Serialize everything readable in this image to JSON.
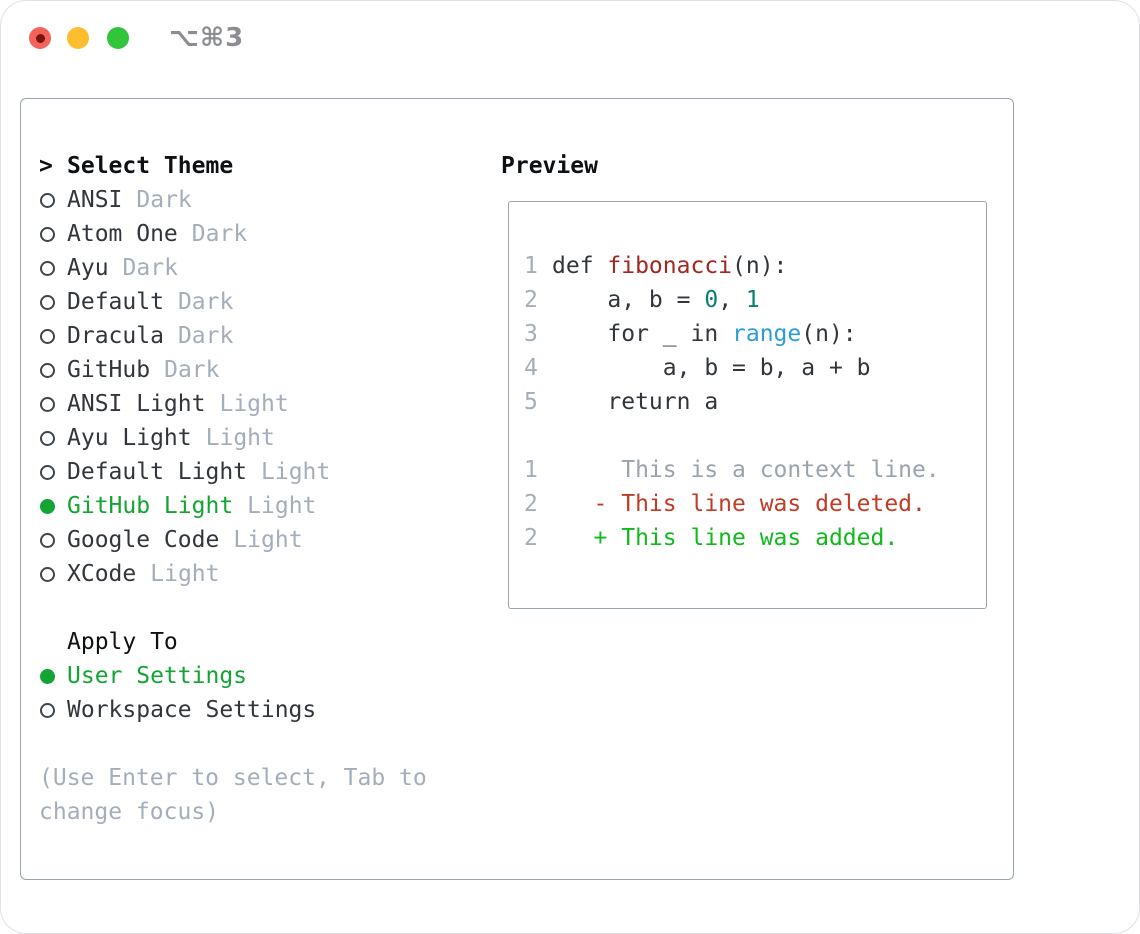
{
  "window": {
    "title_shortcut": "⌥⌘3"
  },
  "theme_picker": {
    "prefix": ">",
    "header": "Select Theme",
    "themes": [
      {
        "name": "ANSI",
        "variant": "Dark",
        "selected": false
      },
      {
        "name": "Atom One",
        "variant": "Dark",
        "selected": false
      },
      {
        "name": "Ayu",
        "variant": "Dark",
        "selected": false
      },
      {
        "name": "Default",
        "variant": "Dark",
        "selected": false
      },
      {
        "name": "Dracula",
        "variant": "Dark",
        "selected": false
      },
      {
        "name": "GitHub",
        "variant": "Dark",
        "selected": false
      },
      {
        "name": "ANSI Light",
        "variant": "Light",
        "selected": false
      },
      {
        "name": "Ayu Light",
        "variant": "Light",
        "selected": false
      },
      {
        "name": "Default Light",
        "variant": "Light",
        "selected": false
      },
      {
        "name": "GitHub Light",
        "variant": "Light",
        "selected": true
      },
      {
        "name": "Google Code",
        "variant": "Light",
        "selected": false
      },
      {
        "name": "XCode",
        "variant": "Light",
        "selected": false
      }
    ],
    "apply_to": {
      "header": "Apply To",
      "options": [
        {
          "label": "User Settings",
          "selected": true
        },
        {
          "label": "Workspace Settings",
          "selected": false
        }
      ]
    },
    "hint": "(Use Enter to select, Tab to change focus)"
  },
  "preview": {
    "header": "Preview",
    "lines": [
      {
        "num": "1",
        "segments": [
          {
            "text": "def ",
            "style": "code"
          },
          {
            "text": "fibonacci",
            "style": "function"
          },
          {
            "text": "(n):",
            "style": "code"
          }
        ]
      },
      {
        "num": "2",
        "segments": [
          {
            "text": "    a, b = ",
            "style": "code"
          },
          {
            "text": "0",
            "style": "number"
          },
          {
            "text": ", ",
            "style": "code"
          },
          {
            "text": "1",
            "style": "number"
          }
        ]
      },
      {
        "num": "3",
        "segments": [
          {
            "text": "    for _ in ",
            "style": "code"
          },
          {
            "text": "range",
            "style": "builtin"
          },
          {
            "text": "(n):",
            "style": "code"
          }
        ]
      },
      {
        "num": "4",
        "segments": [
          {
            "text": "        a, b = b, a + b",
            "style": "code"
          }
        ]
      },
      {
        "num": "5",
        "segments": [
          {
            "text": "    return a",
            "style": "code"
          }
        ]
      },
      {
        "num": "",
        "segments": []
      },
      {
        "num": "1",
        "segments": [
          {
            "text": "     This is a context line.",
            "style": "context"
          }
        ]
      },
      {
        "num": "2",
        "segments": [
          {
            "text": "   - This line was deleted.",
            "style": "deleted"
          }
        ]
      },
      {
        "num": "2",
        "segments": [
          {
            "text": "   + This line was added.",
            "style": "added"
          }
        ]
      }
    ]
  },
  "colors": {
    "selected_green": "#14a434",
    "added_green": "#10ba1d",
    "deleted_red": "#c23b27",
    "function_red": "#a52521",
    "number_teal": "#0b7f74",
    "builtin_blue": "#2b9cd8",
    "muted_gray": "#a4aebb",
    "border_gray": "#9aa4ae",
    "traffic_red": "#f4635b",
    "traffic_yellow": "#fcbd2f",
    "traffic_green": "#32c53b"
  }
}
